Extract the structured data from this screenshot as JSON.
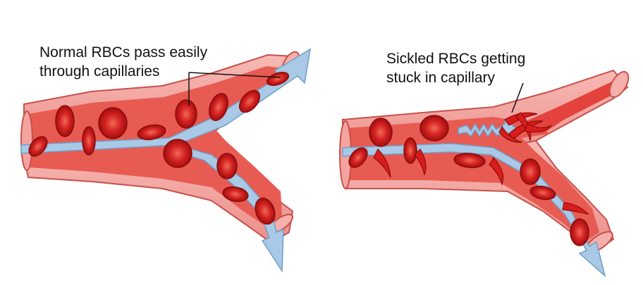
{
  "panels": {
    "normal": {
      "caption_line1": "Normal RBCs pass easily",
      "caption_line2": "through capillaries"
    },
    "sickle": {
      "caption_line1": "Sickled RBCs getting",
      "caption_line2": "stuck in capillary"
    }
  },
  "colors": {
    "vessel_wall": "#f0a3a0",
    "vessel_wall_dark": "#d9655e",
    "vessel_lumen": "#ea5a52",
    "vessel_inner": "#f6b8b4",
    "flow_arrow": "#a9c9e6",
    "flow_arrow_edge": "#6f9fc9",
    "rbc": "#d81c1c",
    "rbc_center": "#e84b3d",
    "rbc_edge": "#8e0c0c",
    "leader_line": "#111111"
  },
  "icons": {
    "flow": "flow-arrow-icon",
    "cell": "red-blood-cell-icon",
    "sickle_cell": "sickle-cell-icon"
  }
}
